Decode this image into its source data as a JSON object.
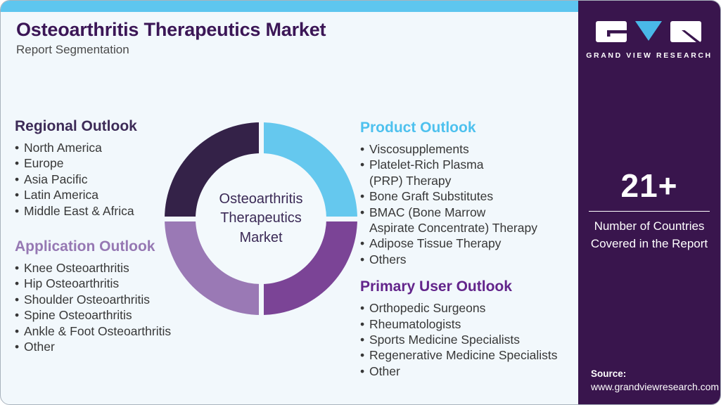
{
  "header": {
    "title": "Osteoarthritis Therapeutics Market",
    "subtitle": "Report Segmentation"
  },
  "donut": {
    "center_label": "Osteoarthritis\nTherapeutics\nMarket",
    "segments": [
      {
        "position": "top-left",
        "color": "#342248",
        "linked_section": "Regional Outlook"
      },
      {
        "position": "top-right",
        "color": "#65c8ee",
        "linked_section": "Product Outlook"
      },
      {
        "position": "bottom-right",
        "color": "#7b4496",
        "linked_section": "Primary User Outlook"
      },
      {
        "position": "bottom-left",
        "color": "#9a79b5",
        "linked_section": "Application Outlook"
      }
    ]
  },
  "sections": {
    "regional": {
      "title": "Regional Outlook",
      "color": "#3d2b57",
      "items": [
        "North America",
        "Europe",
        "Asia Pacific",
        "Latin America",
        "Middle East & Africa"
      ]
    },
    "application": {
      "title": "Application Outlook",
      "color": "#9678b3",
      "items": [
        "Knee Osteoarthritis",
        "Hip Osteoarthritis",
        "Shoulder Osteoarthritis",
        "Spine Osteoarthritis",
        "Ankle & Foot Osteoarthritis",
        "Other"
      ]
    },
    "product": {
      "title": "Product Outlook",
      "color": "#4ec1ee",
      "items": [
        "Viscosupplements",
        "Platelet-Rich Plasma\n(PRP) Therapy",
        "Bone Graft Substitutes",
        "BMAC (Bone Marrow\nAspirate Concentrate) Therapy",
        "Adipose Tissue Therapy",
        "Others"
      ]
    },
    "primary_user": {
      "title": "Primary User Outlook",
      "color": "#63258b",
      "items": [
        "Orthopedic Surgeons",
        "Rheumatologists",
        "Sports Medicine Specialists",
        "Regenerative Medicine Specialists",
        "Other"
      ]
    }
  },
  "sidebar": {
    "background_color": "#39154d",
    "accent_color": "#5ec6ef",
    "brand_name": "GRAND VIEW RESEARCH",
    "stat_value": "21+",
    "stat_label": "Number of Countries\nCovered in the Report",
    "source_label": "Source:",
    "source_url": "www.grandviewresearch.com"
  }
}
